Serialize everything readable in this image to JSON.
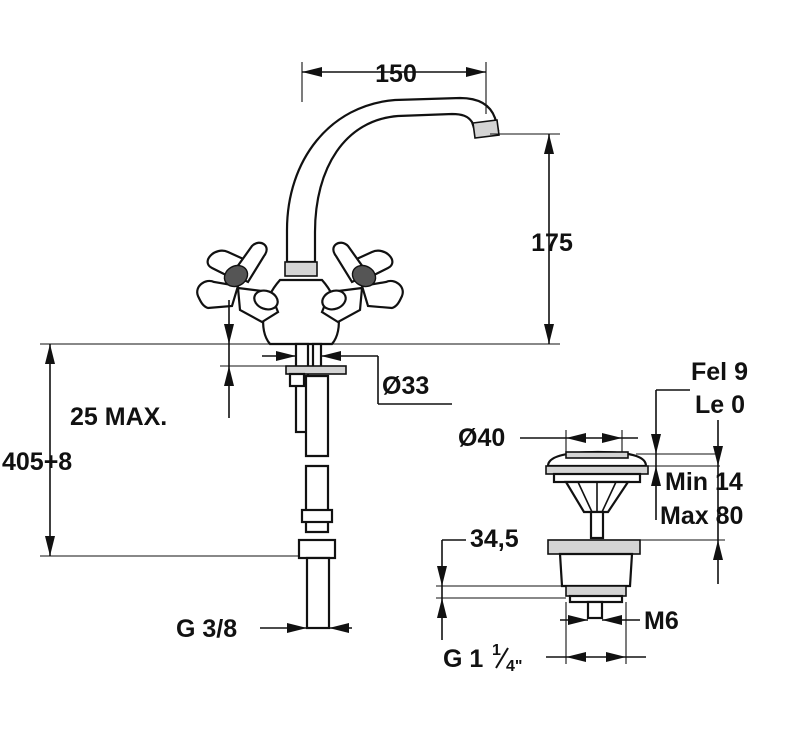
{
  "labels": {
    "width_150": "150",
    "height_175": "175",
    "dia_33": "Ø33",
    "max_25": "25 MAX.",
    "total_405": "405+8",
    "thread_g38": "G 3/8",
    "fel": "Fel 9",
    "le": "Le 0",
    "dia_40": "Ø40",
    "min_14": "Min 14",
    "max_80": "Max 80",
    "dim_34_5": "34,5",
    "m6": "M6",
    "g114_prefix": "G 1",
    "g114_num": "1",
    "g114_den": "4\""
  },
  "colors": {
    "line": "#111111",
    "shade": "#d4d4d4",
    "background": "#ffffff"
  }
}
